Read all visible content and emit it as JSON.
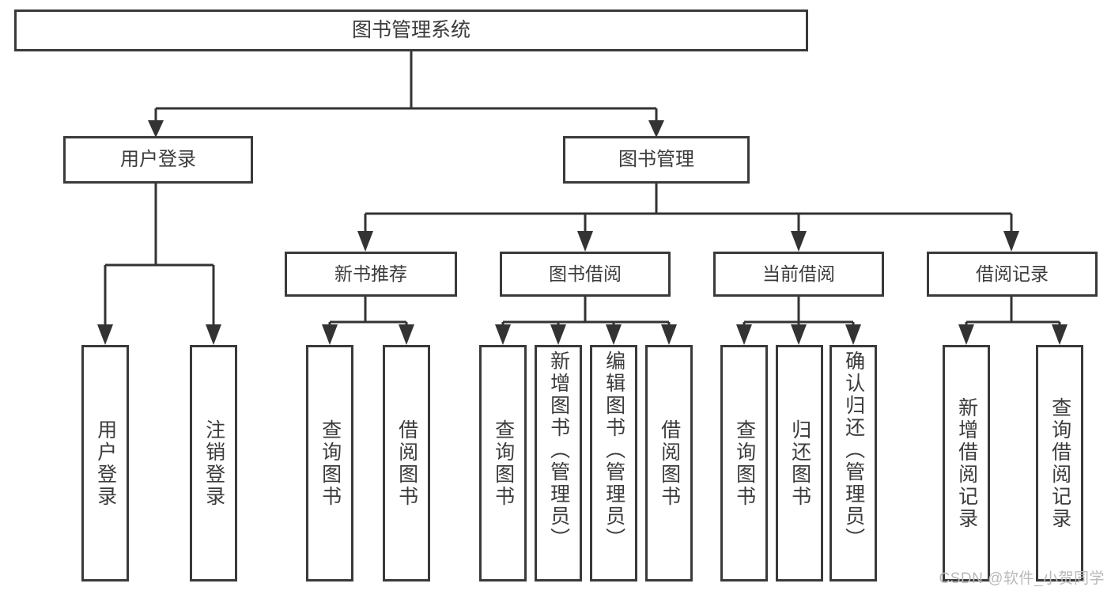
{
  "diagram": {
    "type": "tree-hierarchy",
    "title": "图书管理系统",
    "root": {
      "id": "root",
      "label": "图书管理系统"
    },
    "level1": [
      {
        "id": "user-login",
        "label": "用户登录"
      },
      {
        "id": "book-manage",
        "label": "图书管理"
      }
    ],
    "level2": [
      {
        "id": "new-book-rec",
        "label": "新书推荐",
        "parent": "book-manage"
      },
      {
        "id": "book-borrow",
        "label": "图书借阅",
        "parent": "book-manage"
      },
      {
        "id": "current-borrow",
        "label": "当前借阅",
        "parent": "book-manage"
      },
      {
        "id": "borrow-record",
        "label": "借阅记录",
        "parent": "book-manage"
      }
    ],
    "leaves": [
      {
        "id": "leaf-user-login",
        "label": "用户登录",
        "parent": "user-login"
      },
      {
        "id": "leaf-user-logout",
        "label": "注销登录",
        "parent": "user-login"
      },
      {
        "id": "leaf-query-book-1",
        "label": "查询图书",
        "parent": "new-book-rec"
      },
      {
        "id": "leaf-borrow-book-1",
        "label": "借阅图书",
        "parent": "new-book-rec"
      },
      {
        "id": "leaf-query-book-2",
        "label": "查询图书",
        "parent": "book-borrow"
      },
      {
        "id": "leaf-add-book",
        "label": "新增图书（管理员）",
        "parent": "book-borrow"
      },
      {
        "id": "leaf-edit-book",
        "label": "编辑图书（管理员）",
        "parent": "book-borrow"
      },
      {
        "id": "leaf-borrow-book-2",
        "label": "借阅图书",
        "parent": "book-borrow"
      },
      {
        "id": "leaf-query-book-3",
        "label": "查询图书",
        "parent": "current-borrow"
      },
      {
        "id": "leaf-return-book",
        "label": "归还图书",
        "parent": "current-borrow"
      },
      {
        "id": "leaf-confirm-return",
        "label": "确认归还（管理员）",
        "parent": "current-borrow"
      },
      {
        "id": "leaf-add-record",
        "label": "新增借阅记录",
        "parent": "borrow-record"
      },
      {
        "id": "leaf-query-record",
        "label": "查询借阅记录",
        "parent": "borrow-record"
      }
    ],
    "colors": {
      "box_border": "#3a3a3a",
      "connector": "#333333",
      "text": "#3b3b3b",
      "background": "#ffffff",
      "watermark": "#b9b9b9"
    }
  },
  "watermark": {
    "text": "CSDN @软件_小贺同学"
  }
}
